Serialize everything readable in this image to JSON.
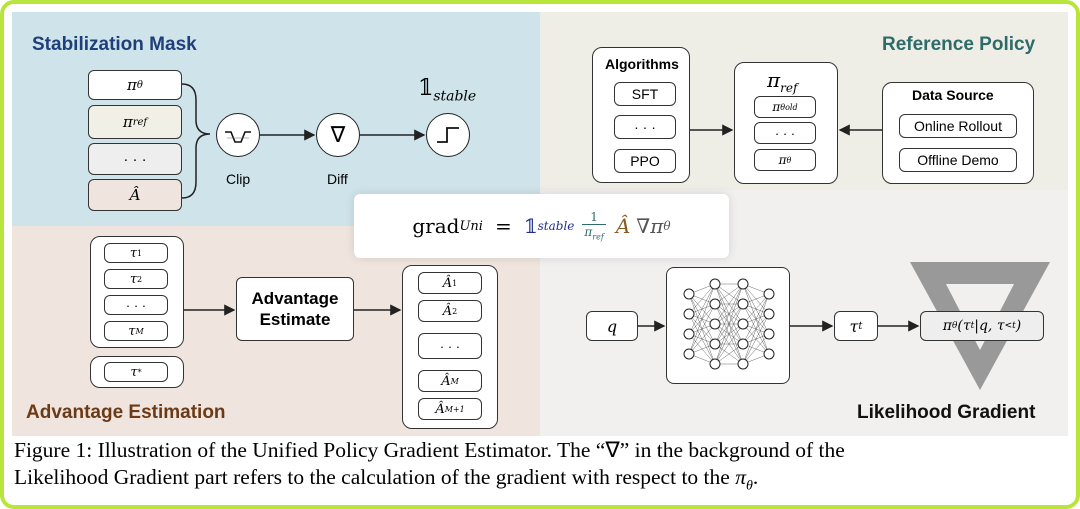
{
  "sections": {
    "stabilization": "Stabilization Mask",
    "reference": "Reference Policy",
    "advantage": "Advantage Estimation",
    "likelihood": "Likelihood Gradient"
  },
  "stab": {
    "inputs": [
      "π",
      "θ",
      "π",
      "ref",
      "· · ·",
      "Â"
    ],
    "clip": "Clip",
    "diff": "Diff",
    "diff_symbol": "∇",
    "indicator": "𝟙",
    "indicator_sub": "stable"
  },
  "ref": {
    "algorithms_title": "Algorithms",
    "algorithms": [
      "SFT",
      "· · ·",
      "PPO"
    ],
    "pi": "π",
    "pi_sub": "ref",
    "pi_items": [
      "π",
      "θold",
      "· · ·",
      "π",
      "θ"
    ],
    "source_title": "Data Source",
    "sources": [
      "Online Rollout",
      "Offline Demo"
    ]
  },
  "formula": {
    "lhs": "grad",
    "lhs_sub": "Uni",
    "eq": "=",
    "ind": "𝟙",
    "ind_sub": "stable",
    "num": "1",
    "den": "π",
    "den_sub": "ref",
    "adv": "Â",
    "grad": "∇π",
    "grad_sub": "θ"
  },
  "adv": {
    "taus": [
      "τ",
      "1",
      "τ",
      "2",
      "· · ·",
      "τ",
      "M"
    ],
    "tau_star": "τ",
    "tau_star_sup": "*",
    "estimate": "Advantage Estimate",
    "outputs": [
      "Â",
      "1",
      "Â",
      "2",
      "· · ·",
      "Â",
      "M",
      "Â",
      "M+1"
    ]
  },
  "lik": {
    "q": "q",
    "tau_t": "τ",
    "tau_t_sub": "t",
    "output": "π",
    "output_sub": "θ",
    "output_args": "(τ",
    "output_args2": "t",
    "output_args3": "|q, τ",
    "output_args4": "<t",
    "output_args5": ")"
  },
  "caption": {
    "line1": "Figure 1: Illustration of the Unified Policy Gradient Estimator. The “∇” in the background of the",
    "line2a": "Likelihood Gradient part refers to the calculation of the gradient with respect to the ",
    "line2b": "π",
    "line2c": "θ",
    "line2d": "."
  },
  "colors": {
    "border": "#b7e53a",
    "stab_bg": "#cfe3ea",
    "ref_bg": "#eeeee6",
    "adv_bg": "#f0e5de",
    "lik_bg": "#f1f0ef",
    "stab_title": "#1f3f7a",
    "ref_title": "#2e6b6b",
    "adv_title": "#6b3a16",
    "lik_title": "#111111",
    "indicator_blue": "#1e2f8f",
    "adv_brown": "#8a5a20"
  }
}
